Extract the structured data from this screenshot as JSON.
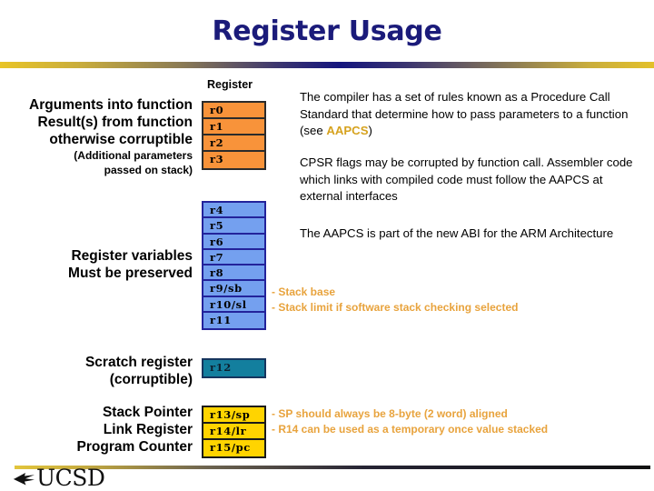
{
  "slide": {
    "title": "Register Usage"
  },
  "left_labels": {
    "arguments": {
      "line1": "Arguments into function",
      "line2": "Result(s) from function",
      "line3": "otherwise corruptible",
      "line4": "(Additional parameters",
      "line5": "passed on stack)"
    },
    "register_variables": {
      "line1": "Register variables",
      "line2": "Must be preserved"
    },
    "scratch": {
      "line1": "Scratch register",
      "line2": "(corruptible)"
    },
    "pointers": {
      "line1": "Stack Pointer",
      "line2": "Link Register",
      "line3": "Program Counter"
    }
  },
  "register_column": {
    "heading": "Register",
    "groups": {
      "arguments": {
        "color": "#f8933a",
        "cells": [
          "r0",
          "r1",
          "r2",
          "r3"
        ]
      },
      "preserved": {
        "color": "#74a0ef",
        "cells": [
          "r4",
          "r5",
          "r6",
          "r7",
          "r8",
          "r9/sb",
          "r10/sl",
          "r11"
        ]
      },
      "scratch": {
        "color": "#137f9e",
        "cells": [
          "r12"
        ]
      },
      "pointers": {
        "color": "#ffd400",
        "cells": [
          "r13/sp",
          "r14/lr",
          "r15/pc"
        ]
      }
    }
  },
  "body": {
    "para_compiler": {
      "text_before": "The compiler has a set of rules known as a Procedure Call Standard that determine how to pass parameters to a function (see ",
      "accent": "AAPCS",
      "text_after": ")"
    },
    "para_cpsr": "CPSR flags may be corrupted by function call. Assembler code which links with compiled code must follow the AAPCS at external interfaces",
    "para_abi": "The AAPCS is part of the new ABI for the ARM Architecture"
  },
  "notes": {
    "stack_base": "- Stack base",
    "stack_limit": "- Stack limit if software stack checking selected",
    "sp_align": "- SP should always be 8-byte (2 word) aligned",
    "r14_temp": "- R14 can be used as a temporary once value stacked"
  },
  "footer": {
    "wordmark": "UCSD"
  },
  "colors": {
    "title": "#1b1b7a",
    "accent_gold": "#d6a21e",
    "note_orange": "#e8a33d",
    "register_orange": "#f8933a",
    "register_blue": "#74a0ef",
    "register_teal": "#137f9e",
    "register_yellow": "#ffd400"
  }
}
